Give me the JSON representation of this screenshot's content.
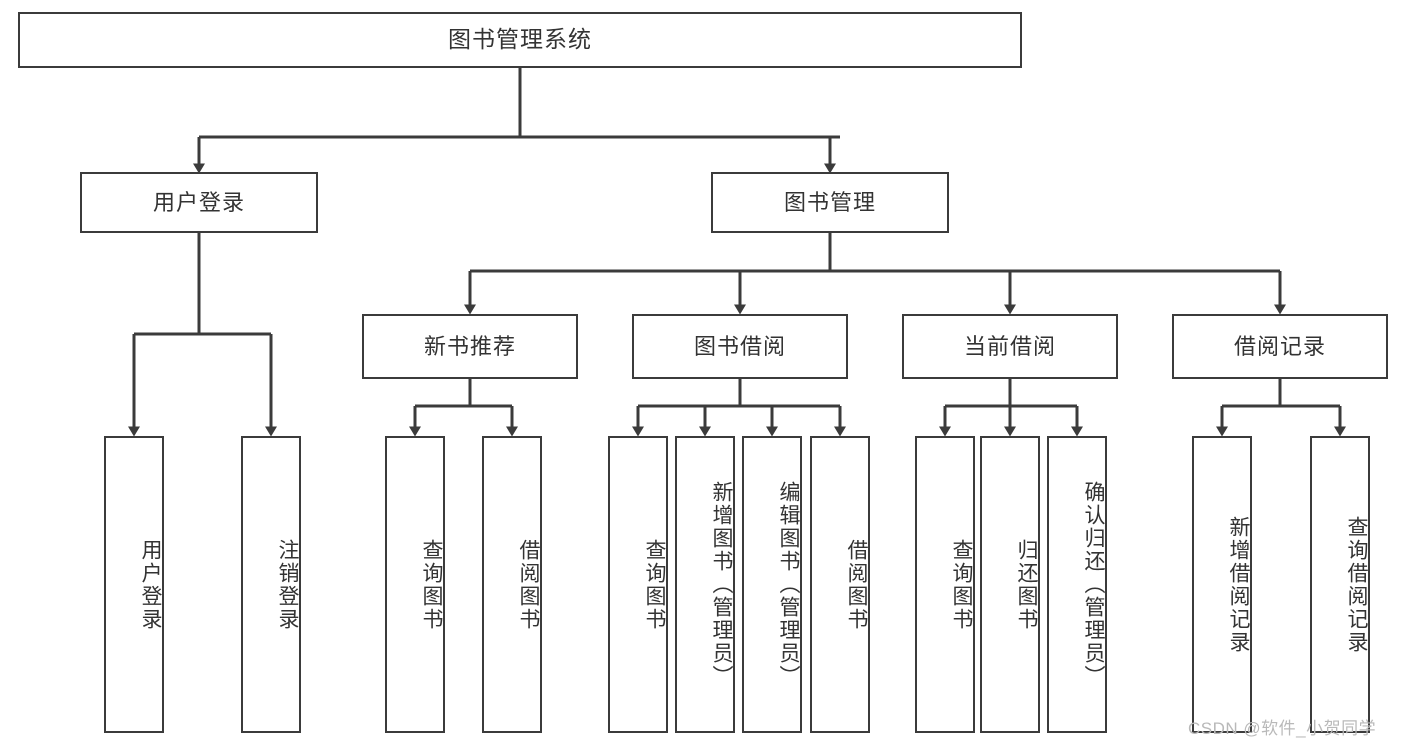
{
  "diagram": {
    "title": "图书管理系统",
    "type": "tree",
    "watermark": "CSDN @软件_小贺同学",
    "colors": {
      "box_border": "#3b3b3b",
      "box_fill": "#ffffff",
      "text": "#333333",
      "edge": "#3b3b3b",
      "watermark": "#b9b9b9",
      "background": "#ffffff"
    },
    "root": {
      "label": "图书管理系统"
    },
    "level2": [
      {
        "id": "user-login",
        "label": "用户登录"
      },
      {
        "id": "book-management",
        "label": "图书管理"
      }
    ],
    "level3": [
      {
        "id": "new-book-recommend",
        "label": "新书推荐",
        "parent": "book-management"
      },
      {
        "id": "book-borrow",
        "label": "图书借阅",
        "parent": "book-management"
      },
      {
        "id": "current-borrow",
        "label": "当前借阅",
        "parent": "book-management"
      },
      {
        "id": "borrow-record",
        "label": "借阅记录",
        "parent": "book-management"
      }
    ],
    "leaves": [
      {
        "id": "leaf-user-login",
        "label": "用户登录",
        "parent": "user-login"
      },
      {
        "id": "leaf-logout-login",
        "label": "注销登录",
        "parent": "user-login"
      },
      {
        "id": "leaf-query-book-1",
        "label": "查询图书",
        "parent": "new-book-recommend"
      },
      {
        "id": "leaf-borrow-book-1",
        "label": "借阅图书",
        "parent": "new-book-recommend"
      },
      {
        "id": "leaf-query-book-2",
        "label": "查询图书",
        "parent": "book-borrow"
      },
      {
        "id": "leaf-add-book",
        "label": "新增图书（管理员）",
        "parent": "book-borrow"
      },
      {
        "id": "leaf-edit-book",
        "label": "编辑图书（管理员）",
        "parent": "book-borrow"
      },
      {
        "id": "leaf-borrow-book-2",
        "label": "借阅图书",
        "parent": "book-borrow"
      },
      {
        "id": "leaf-query-book-3",
        "label": "查询图书",
        "parent": "current-borrow"
      },
      {
        "id": "leaf-return-book",
        "label": "归还图书",
        "parent": "current-borrow"
      },
      {
        "id": "leaf-confirm-return",
        "label": "确认归还（管理员）",
        "parent": "current-borrow"
      },
      {
        "id": "leaf-add-record",
        "label": "新增借阅记录",
        "parent": "borrow-record"
      },
      {
        "id": "leaf-query-record",
        "label": "查询借阅记录",
        "parent": "borrow-record"
      }
    ]
  }
}
